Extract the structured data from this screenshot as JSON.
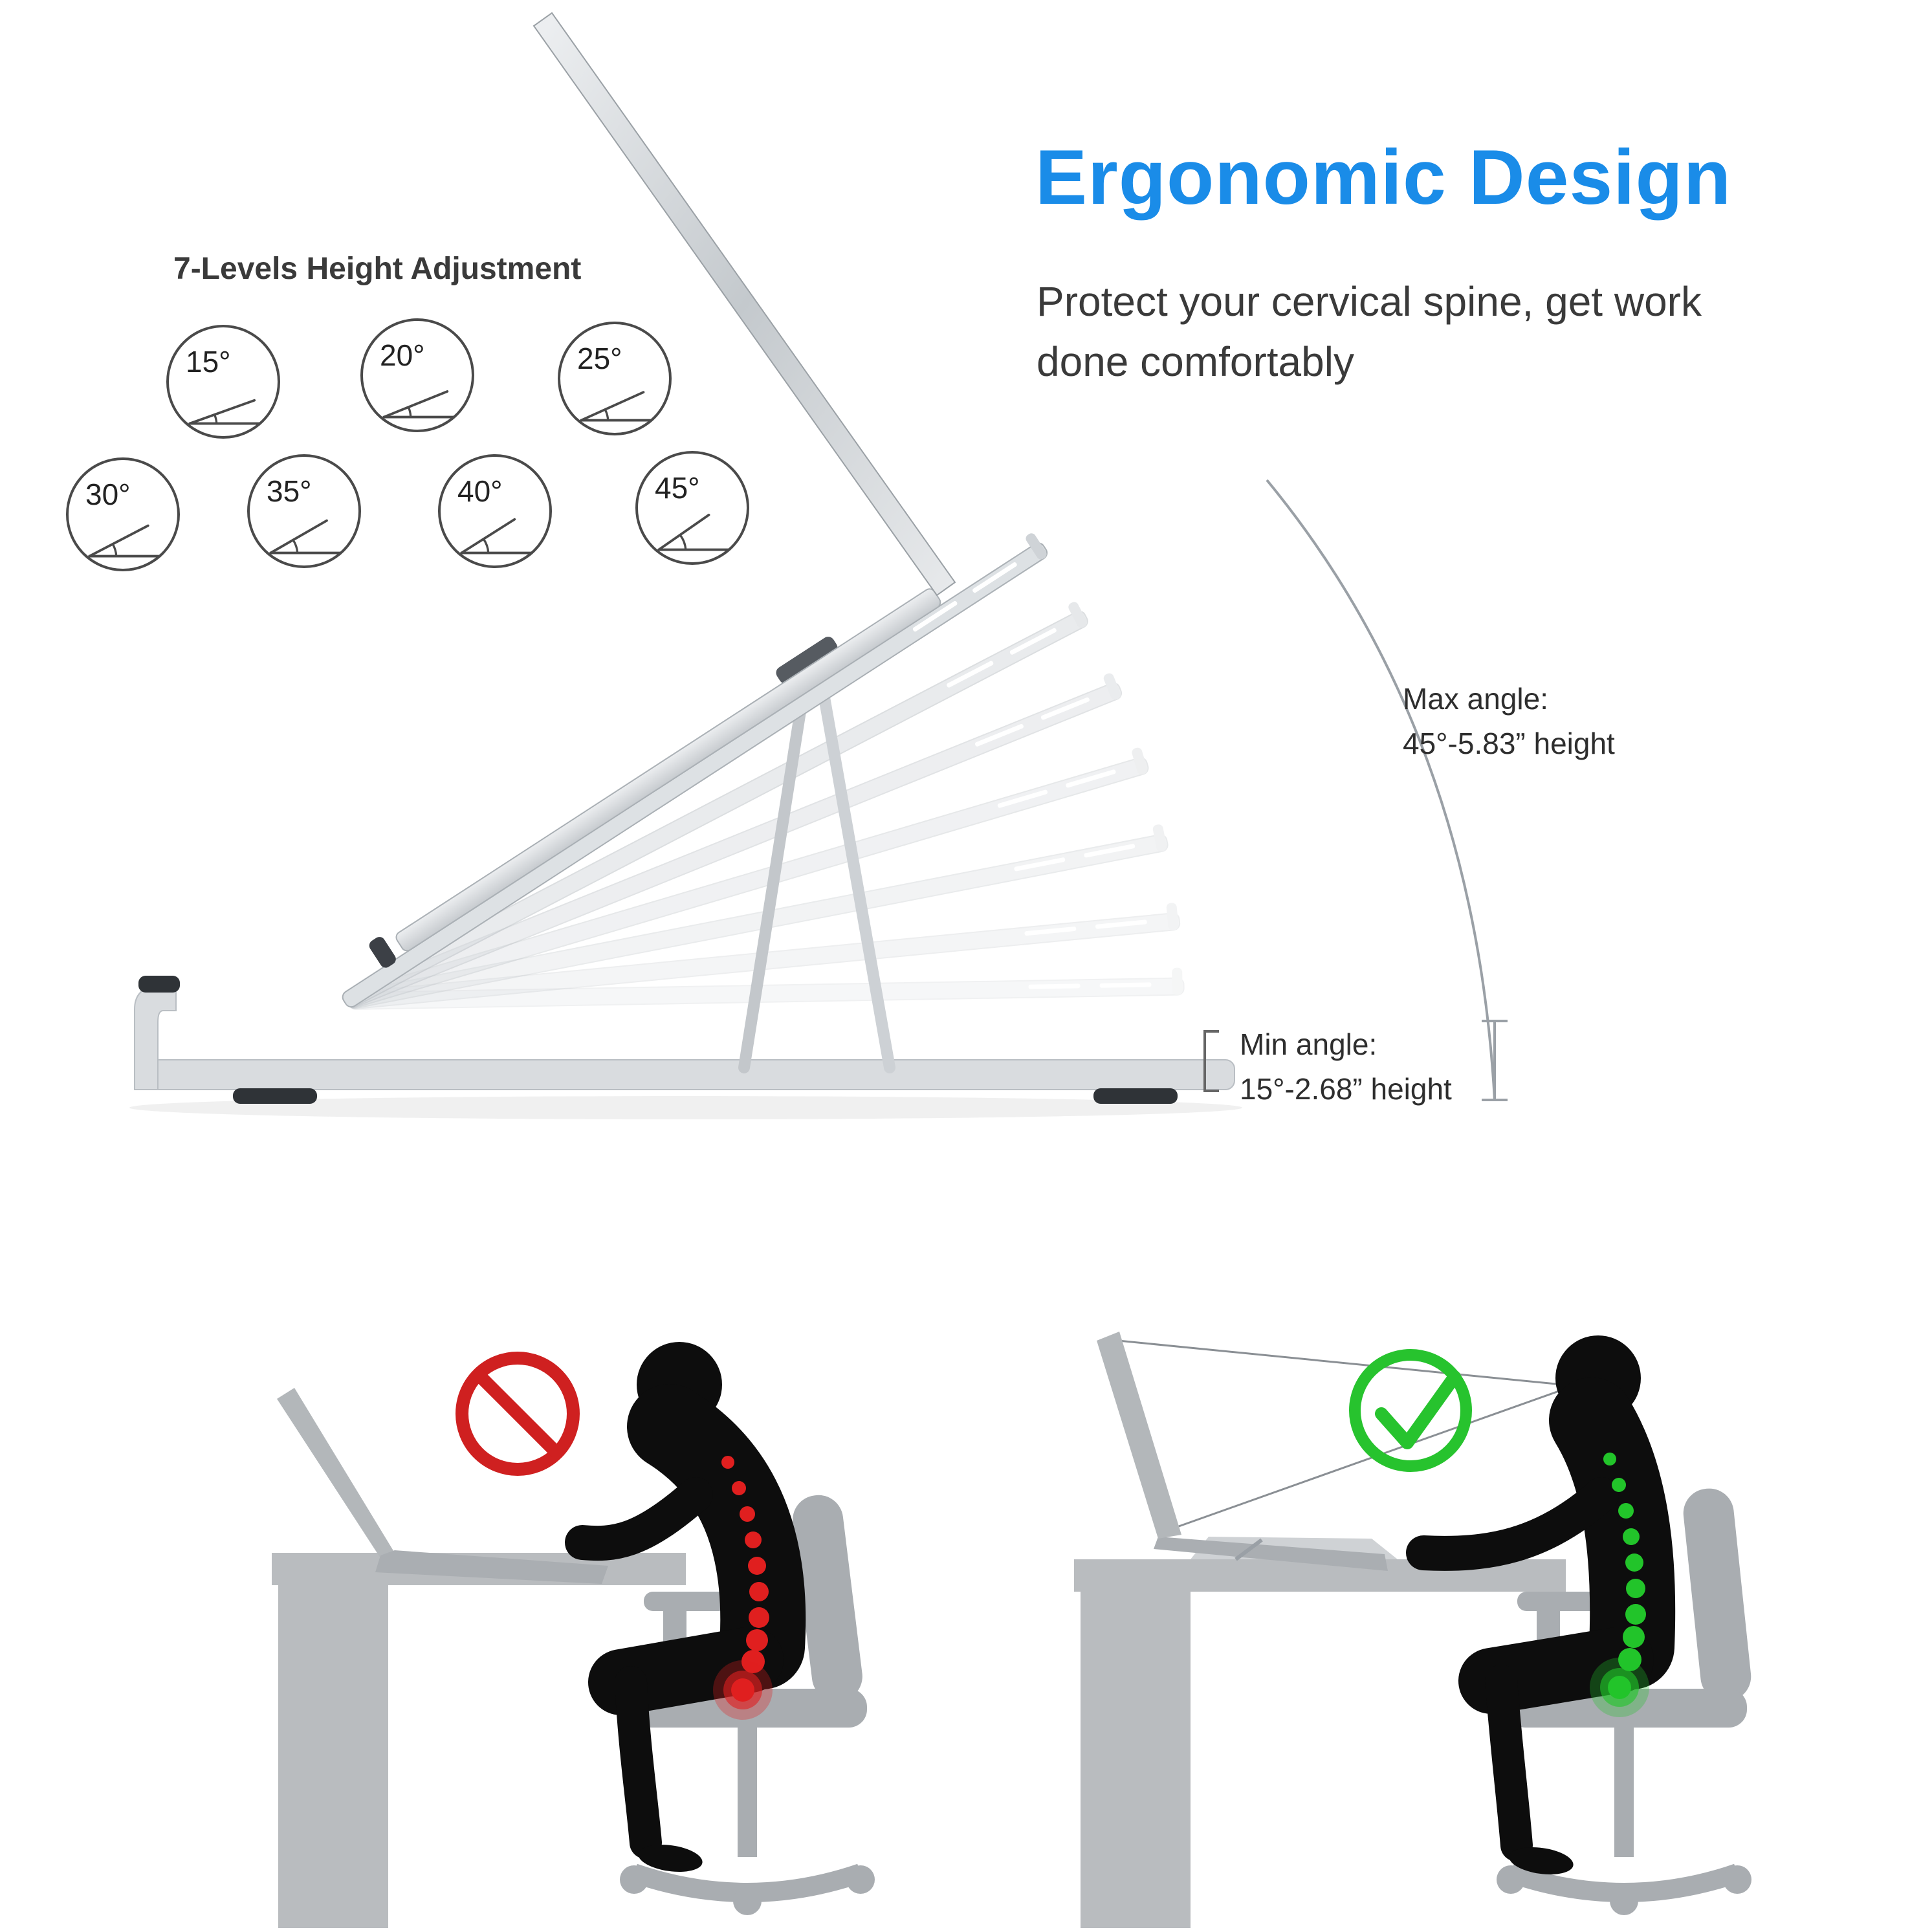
{
  "page": {
    "background": "#ffffff"
  },
  "header": {
    "title": "Ergonomic Design",
    "subtitle": "Protect your cervical spine, get work\ndone comfortably"
  },
  "adjustment": {
    "heading": "7-Levels Height Adjustment",
    "angles": [
      "15°",
      "20°",
      "25°",
      "30°",
      "35°",
      "40°",
      "45°"
    ]
  },
  "annotations": {
    "max_label": "Max angle:",
    "max_value": "45°-5.83” height",
    "min_label": "Min angle:",
    "min_value": "15°-2.68” height"
  },
  "icons": {
    "bad_posture": "prohibition-icon",
    "good_posture": "check-icon"
  },
  "colors": {
    "accent_blue": "#1a8ce8",
    "warn_red": "#cf2020",
    "ok_green": "#22c42a",
    "silver": "#d9dcdf"
  }
}
